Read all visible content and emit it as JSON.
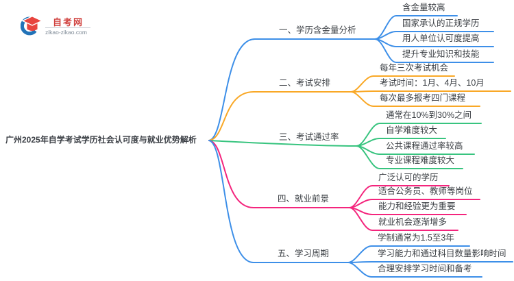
{
  "logo": {
    "site_name": "自考网",
    "site_url": "zikao-zikao.com",
    "icon": "graduation-cap-icon",
    "colors": {
      "name_red": "#d0413e",
      "cap_red": "#e8453f",
      "crescent_blue": "#2273b8"
    }
  },
  "center": {
    "title": "广州2025年自学考试学历社会认可度与就业优势解析"
  },
  "colors": {
    "blue": "#3D8FE8",
    "orange": "#F9A826",
    "green": "#38C47F",
    "pink": "#F4257D",
    "text": "#3C4045"
  },
  "branches": [
    {
      "label": "一、学历含金量分析",
      "color": "#3D8FE8",
      "children": [
        "含金量较高",
        "国家承认的正规学历",
        "用人单位认可度提高",
        "提升专业知识和技能"
      ]
    },
    {
      "label": "二、考试安排",
      "color": "#F9A826",
      "children": [
        "每年三次考试机会",
        "考试时间：1月、4月、10月",
        "每次最多报考四门课程"
      ]
    },
    {
      "label": "三、考试通过率",
      "color": "#38C47F",
      "children": [
        "通常在10%到30%之间",
        "自学难度较大",
        "公共课程通过率较高",
        "专业课程难度较大"
      ]
    },
    {
      "label": "四、就业前景",
      "color": "#F4257D",
      "children": [
        "广泛认可的学历",
        "适合公务员、教师等岗位",
        "能力和经验更为重要",
        "就业机会逐渐增多"
      ]
    },
    {
      "label": "五、学习周期",
      "color": "#3D8FE8",
      "children": [
        "学制通常为1.5至3年",
        "学习能力和通过科目数量影响时间",
        "合理安排学习时间和备考"
      ]
    }
  ]
}
